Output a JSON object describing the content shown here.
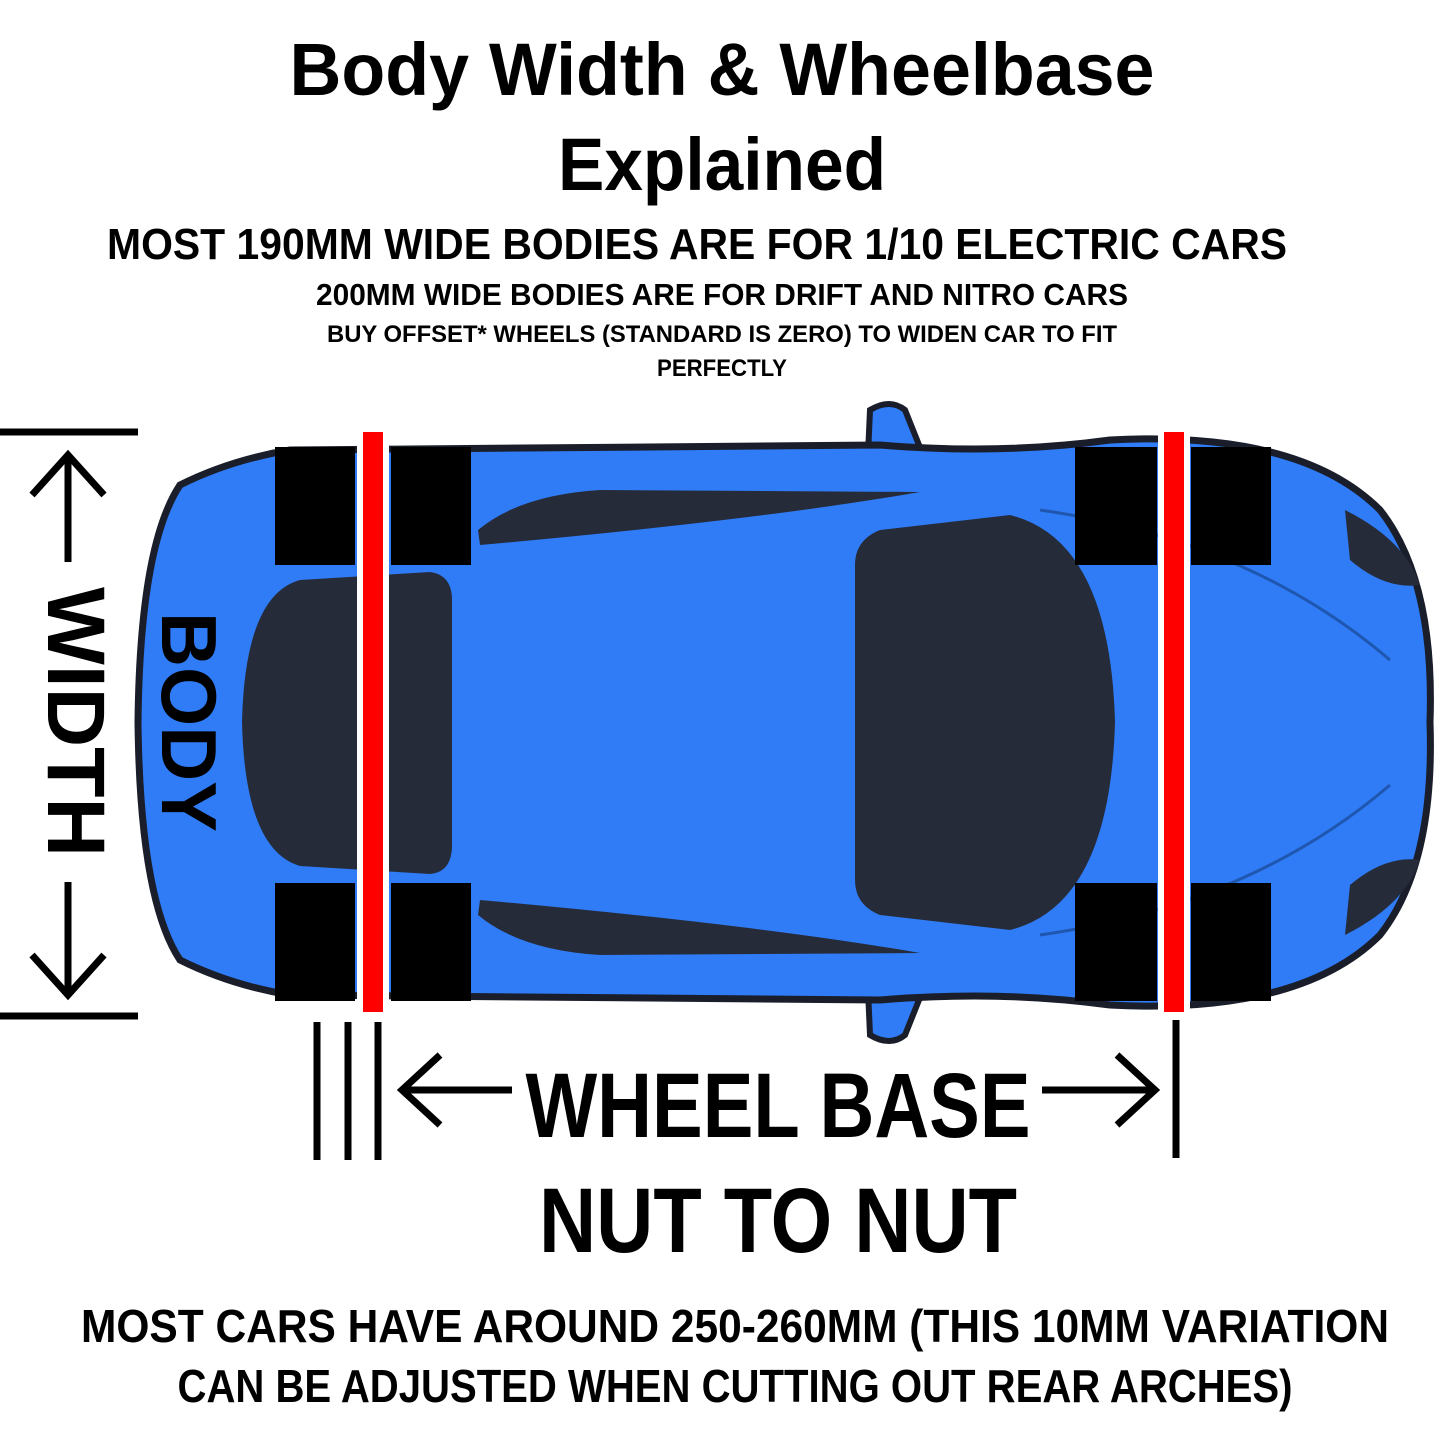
{
  "title": {
    "line1": "Body Width & Wheelbase",
    "line2": "Explained"
  },
  "subtitles": {
    "line1": "MOST 190MM WIDE BODIES ARE FOR 1/10 ELECTRIC CARS",
    "line2": "200MM WIDE BODIES ARE FOR DRIFT AND NITRO CARS",
    "line3": "BUY OFFSET* WHEELS (STANDARD IS ZERO) TO WIDEN CAR TO FIT",
    "line4": "PERFECTLY"
  },
  "labels": {
    "width": "WIDTH",
    "body": "BODY",
    "wheel_base": "WHEEL BASE",
    "nut_to_nut": "NUT TO NUT"
  },
  "footer": {
    "line1": "MOST CARS HAVE AROUND 250-260MM (THIS 10MM VARIATION",
    "line2": "CAN BE ADJUSTED WHEN CUTTING OUT REAR ARCHES)"
  },
  "colors": {
    "car_body": "#2f7cf6",
    "glass": "#262b3a",
    "axle_line": "#ff0000",
    "wheel": "#000000"
  }
}
